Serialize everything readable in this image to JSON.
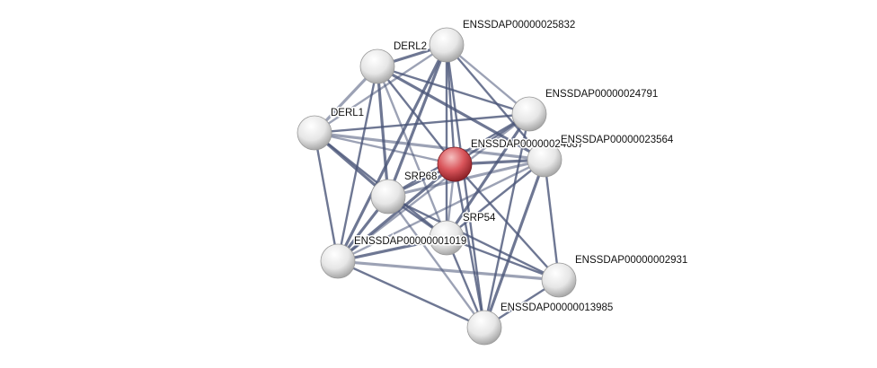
{
  "colors": {
    "edge": "#4a5578",
    "node": "#e8e8e8",
    "query_node": "#d9545a"
  },
  "nodes": [
    {
      "id": "n25832",
      "label": "ENSSDAP00000025832"
    },
    {
      "id": "derl2",
      "label": "DERL2"
    },
    {
      "id": "n24791",
      "label": "ENSSDAP00000024791"
    },
    {
      "id": "derl1",
      "label": "DERL1"
    },
    {
      "id": "center",
      "label": "ENSSDAP00000024687",
      "query": true
    },
    {
      "id": "n23564",
      "label": "ENSSDAP00000023564"
    },
    {
      "id": "srp68",
      "label": "SRP68"
    },
    {
      "id": "srp54",
      "label": "SRP54"
    },
    {
      "id": "n19",
      "label": "ENSSDAP00000001019"
    },
    {
      "id": "n2931",
      "label": "ENSSDAP00000002931"
    },
    {
      "id": "n13985",
      "label": "ENSSDAP00000013985"
    }
  ],
  "edges": [
    [
      "n25832",
      "derl2"
    ],
    [
      "n25832",
      "n24791"
    ],
    [
      "n25832",
      "center"
    ],
    [
      "n25832",
      "srp68"
    ],
    [
      "n25832",
      "srp54"
    ],
    [
      "n25832",
      "derl1"
    ],
    [
      "n25832",
      "n19"
    ],
    [
      "n25832",
      "n13985"
    ],
    [
      "n25832",
      "n23564"
    ],
    [
      "derl2",
      "derl1"
    ],
    [
      "derl2",
      "center"
    ],
    [
      "derl2",
      "n24791"
    ],
    [
      "derl2",
      "srp68"
    ],
    [
      "derl2",
      "srp54"
    ],
    [
      "derl2",
      "n19"
    ],
    [
      "derl2",
      "n23564"
    ],
    [
      "derl1",
      "n24791"
    ],
    [
      "derl1",
      "center"
    ],
    [
      "derl1",
      "srp68"
    ],
    [
      "derl1",
      "n19"
    ],
    [
      "derl1",
      "srp54"
    ],
    [
      "derl1",
      "n23564"
    ],
    [
      "n24791",
      "center"
    ],
    [
      "n24791",
      "srp68"
    ],
    [
      "n24791",
      "srp54"
    ],
    [
      "n24791",
      "n19"
    ],
    [
      "n24791",
      "n13985"
    ],
    [
      "center",
      "n23564"
    ],
    [
      "center",
      "srp68"
    ],
    [
      "center",
      "srp54"
    ],
    [
      "center",
      "n19"
    ],
    [
      "center",
      "n2931"
    ],
    [
      "center",
      "n13985"
    ],
    [
      "n23564",
      "srp68"
    ],
    [
      "n23564",
      "srp54"
    ],
    [
      "n23564",
      "n2931"
    ],
    [
      "n23564",
      "n13985"
    ],
    [
      "n23564",
      "n19"
    ],
    [
      "srp68",
      "srp54"
    ],
    [
      "srp68",
      "n19"
    ],
    [
      "srp68",
      "n2931"
    ],
    [
      "srp68",
      "n13985"
    ],
    [
      "srp54",
      "n19"
    ],
    [
      "srp54",
      "n2931"
    ],
    [
      "srp54",
      "n13985"
    ],
    [
      "n19",
      "n2931"
    ],
    [
      "n19",
      "n13985"
    ],
    [
      "n2931",
      "n13985"
    ]
  ]
}
